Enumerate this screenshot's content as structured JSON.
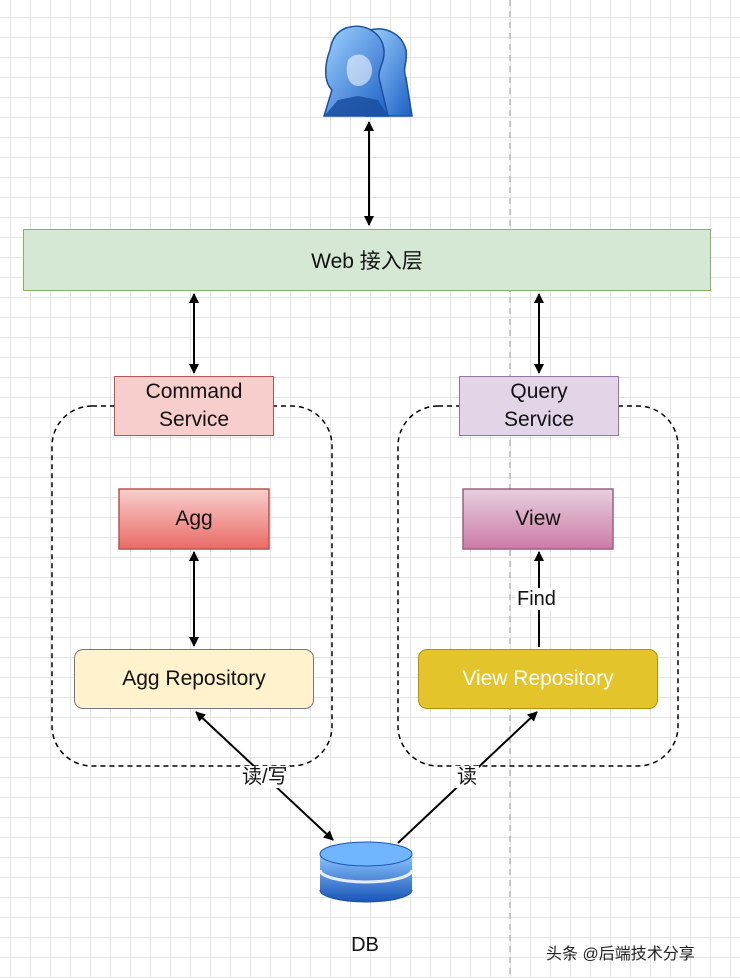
{
  "nodes": {
    "web": "Web 接入层",
    "command_line1": "Command",
    "command_line2": "Service",
    "query_line1": "Query",
    "query_line2": "Service",
    "agg": "Agg",
    "view": "View",
    "agg_repo": "Agg Repository",
    "view_repo": "View Repository",
    "db": "DB"
  },
  "edge_labels": {
    "find": "Find",
    "read_write": "读/写",
    "read": "读"
  },
  "watermark": "头条 @后端技术分享",
  "colors": {
    "web_fill": "#d5e8d4",
    "web_border": "#82b366",
    "command_fill": "#f8cecc",
    "command_border": "#b85450",
    "query_fill": "#e1d5e7",
    "query_border": "#9673a6",
    "agg_repo_fill": "#fff2cc",
    "view_repo_fill": "#e3c42a",
    "db_blue": "#1a66cc"
  },
  "icons": {
    "users": "users-icon",
    "database": "database-icon"
  }
}
